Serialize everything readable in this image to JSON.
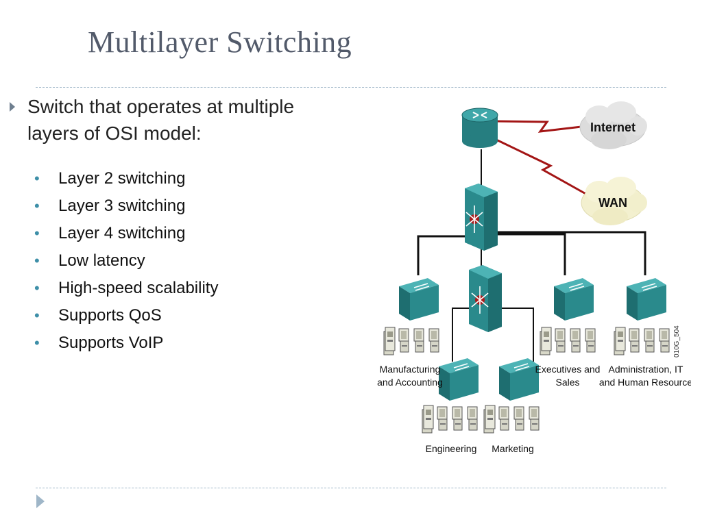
{
  "slide": {
    "title": "Multilayer Switching",
    "lead": "Switch that operates at multiple layers of OSI model:",
    "bullets": [
      "Layer 2 switching",
      "Layer 3 switching",
      "Layer 4 switching",
      "Low latency",
      "High-speed scalability",
      " Supports QoS",
      "Supports VoIP"
    ]
  },
  "diagram": {
    "clouds": [
      "Internet",
      "WAN"
    ],
    "groups": [
      [
        "Manufacturing",
        "and Accounting"
      ],
      [
        "Executives and",
        "Sales"
      ],
      [
        "Administration, IT",
        "and Human Resource"
      ],
      [
        "Engineering"
      ],
      [
        "Marketing"
      ]
    ],
    "figure_code": "010G_504"
  },
  "colors": {
    "title": "#525a6a",
    "device_teal": "#2a8a8c",
    "wan_link": "#a31515",
    "bullet_dot": "#3e8fa8",
    "rule": "#9fb6c8"
  }
}
